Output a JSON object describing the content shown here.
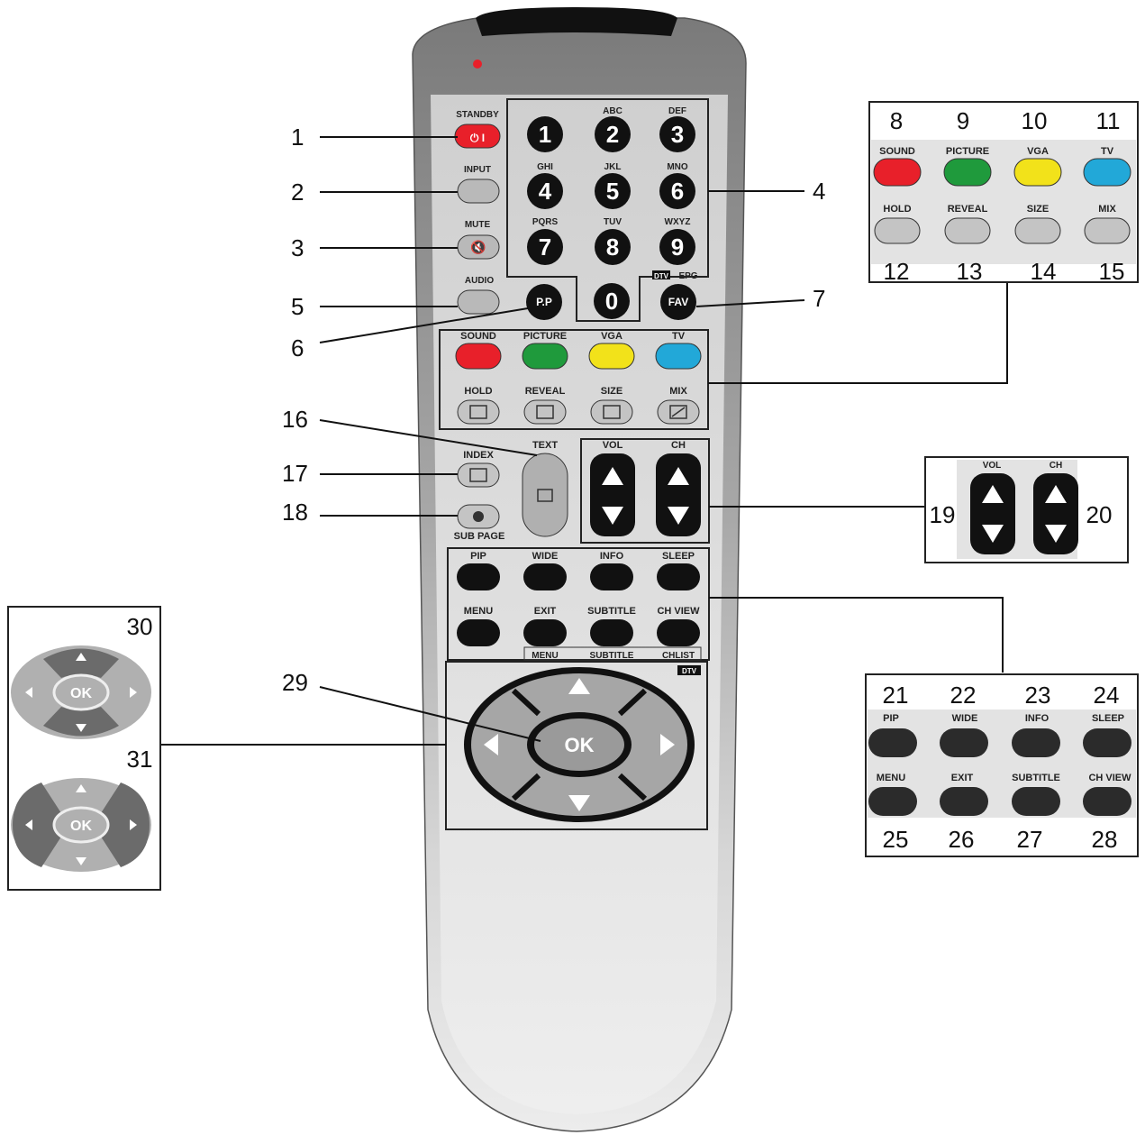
{
  "remote": {
    "buttons": {
      "standby": "STANDBY",
      "input": "INPUT",
      "mute": "MUTE",
      "audio": "AUDIO",
      "pp": "P.P",
      "fav": "FAV",
      "epg": "EPG",
      "dtv": "DTV",
      "text": "TEXT",
      "index": "INDEX",
      "subpage": "SUB PAGE",
      "vol": "VOL",
      "ch": "CH",
      "ok": "OK"
    },
    "digits": [
      {
        "digit": "1",
        "letters": ""
      },
      {
        "digit": "2",
        "letters": "ABC"
      },
      {
        "digit": "3",
        "letters": "DEF"
      },
      {
        "digit": "4",
        "letters": "GHI"
      },
      {
        "digit": "5",
        "letters": "JKL"
      },
      {
        "digit": "6",
        "letters": "MNO"
      },
      {
        "digit": "7",
        "letters": "PQRS"
      },
      {
        "digit": "8",
        "letters": "TUV"
      },
      {
        "digit": "9",
        "letters": "WXYZ"
      },
      {
        "digit": "0",
        "letters": ""
      }
    ],
    "color_keys": [
      "SOUND",
      "PICTURE",
      "VGA",
      "TV"
    ],
    "text_keys": [
      "HOLD",
      "REVEAL",
      "SIZE",
      "MIX"
    ],
    "func_row1": [
      "PIP",
      "WIDE",
      "INFO",
      "SLEEP"
    ],
    "func_row2": [
      "MENU",
      "EXIT",
      "SUBTITLE",
      "CH VIEW"
    ],
    "dtv_row": [
      "MENU",
      "SUBTITLE",
      "CHLIST"
    ],
    "nav_dtv": "DTV"
  },
  "callouts": {
    "c1": "1",
    "c2": "2",
    "c3": "3",
    "c4": "4",
    "c5": "5",
    "c6": "6",
    "c7": "7",
    "c16": "16",
    "c17": "17",
    "c18": "18",
    "c29": "29"
  },
  "panel_color": {
    "numbers_top": [
      "8",
      "9",
      "10",
      "11"
    ],
    "labels_top": [
      "SOUND",
      "PICTURE",
      "VGA",
      "TV"
    ],
    "labels_bottom": [
      "HOLD",
      "REVEAL",
      "SIZE",
      "MIX"
    ],
    "numbers_bottom": [
      "12",
      "13",
      "14",
      "15"
    ]
  },
  "panel_volch": {
    "vol": "VOL",
    "ch": "CH",
    "num_left": "19",
    "num_right": "20"
  },
  "panel_func": {
    "numbers_top": [
      "21",
      "22",
      "23",
      "24"
    ],
    "labels_top": [
      "PIP",
      "WIDE",
      "INFO",
      "SLEEP"
    ],
    "labels_bottom": [
      "MENU",
      "EXIT",
      "SUBTITLE",
      "CH VIEW"
    ],
    "numbers_bottom": [
      "25",
      "26",
      "27",
      "28"
    ]
  },
  "panel_ok": {
    "num_top": "30",
    "num_bottom": "31",
    "ok": "OK"
  },
  "colors": {
    "red": "#e8202a",
    "green": "#1f9a3c",
    "yellow": "#f2e21a",
    "blue": "#22a8d8",
    "black": "#111111",
    "remote_light": "#e6e6e6",
    "remote_dark": "#8a8a8a"
  }
}
